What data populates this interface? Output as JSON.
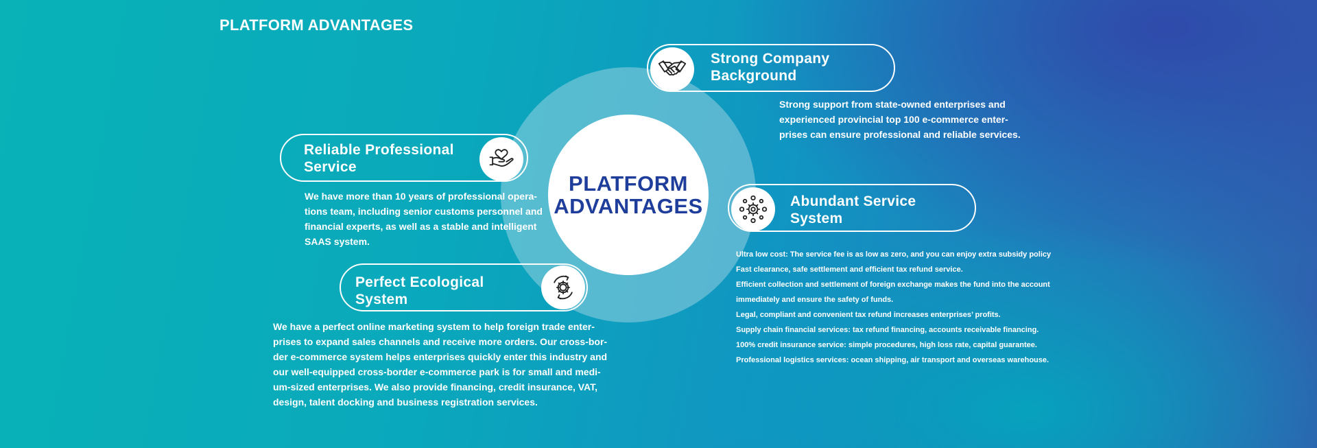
{
  "page_title": "PLATFORM ADVANTAGES",
  "center": {
    "line1": "PLATFORM",
    "line2": "ADVANTAGES"
  },
  "cards": {
    "strong_company": {
      "title_line1": "Strong Company",
      "title_line2": "Background",
      "icon": "handshake-icon",
      "desc": [
        "Strong support from state-owned enterprises and",
        "experienced provincial top 100 e-commerce enter-",
        "prises can ensure professional and reliable services."
      ]
    },
    "reliable_service": {
      "title_line1": "Reliable Professional",
      "title_line2": "Service",
      "icon": "hands-heart-icon",
      "desc": [
        "We have more than 10 years of professional opera-",
        "tions team, including senior customs personnel and",
        "financial experts, as well as a stable and intelligent",
        "SAAS system."
      ]
    },
    "abundant_service": {
      "title_line1": "Abundant Service",
      "title_line2": "System",
      "icon": "network-gear-icon",
      "items": [
        "Ultra low cost: The service fee is as low as zero, and you can enjoy extra subsidy policy",
        "Fast clearance, safe settlement and efficient tax refund service.",
        "Efficient collection and settlement of foreign exchange makes the fund into the account",
        "immediately and ensure the safety of funds.",
        "Legal, compliant and convenient tax refund increases enterprises’   profits.",
        "Supply chain financial services: tax refund financing, accounts receivable financing.",
        "100% credit insurance service: simple procedures, high loss rate, capital guarantee.",
        "Professional logistics services: ocean shipping, air transport and overseas warehouse."
      ]
    },
    "perfect_ecological": {
      "title_line1": "Perfect Ecological",
      "title_line2": "System",
      "icon": "gear-cycle-icon",
      "desc": [
        "We have a perfect online marketing system to help foreign trade enter-",
        "prises to expand sales channels and receive more orders. Our cross-bor-",
        "der e-commerce system helps enterprises quickly enter this industry and",
        "our well-equipped cross-border e-commerce park is for small and medi-",
        "um-sized enterprises. We also provide financing, credit insurance, VAT,",
        "design, talent docking and business registration services."
      ]
    }
  },
  "colors": {
    "accent": "#1f3e9c",
    "background_start": "#08b2b7",
    "background_end": "#2f5fae"
  }
}
